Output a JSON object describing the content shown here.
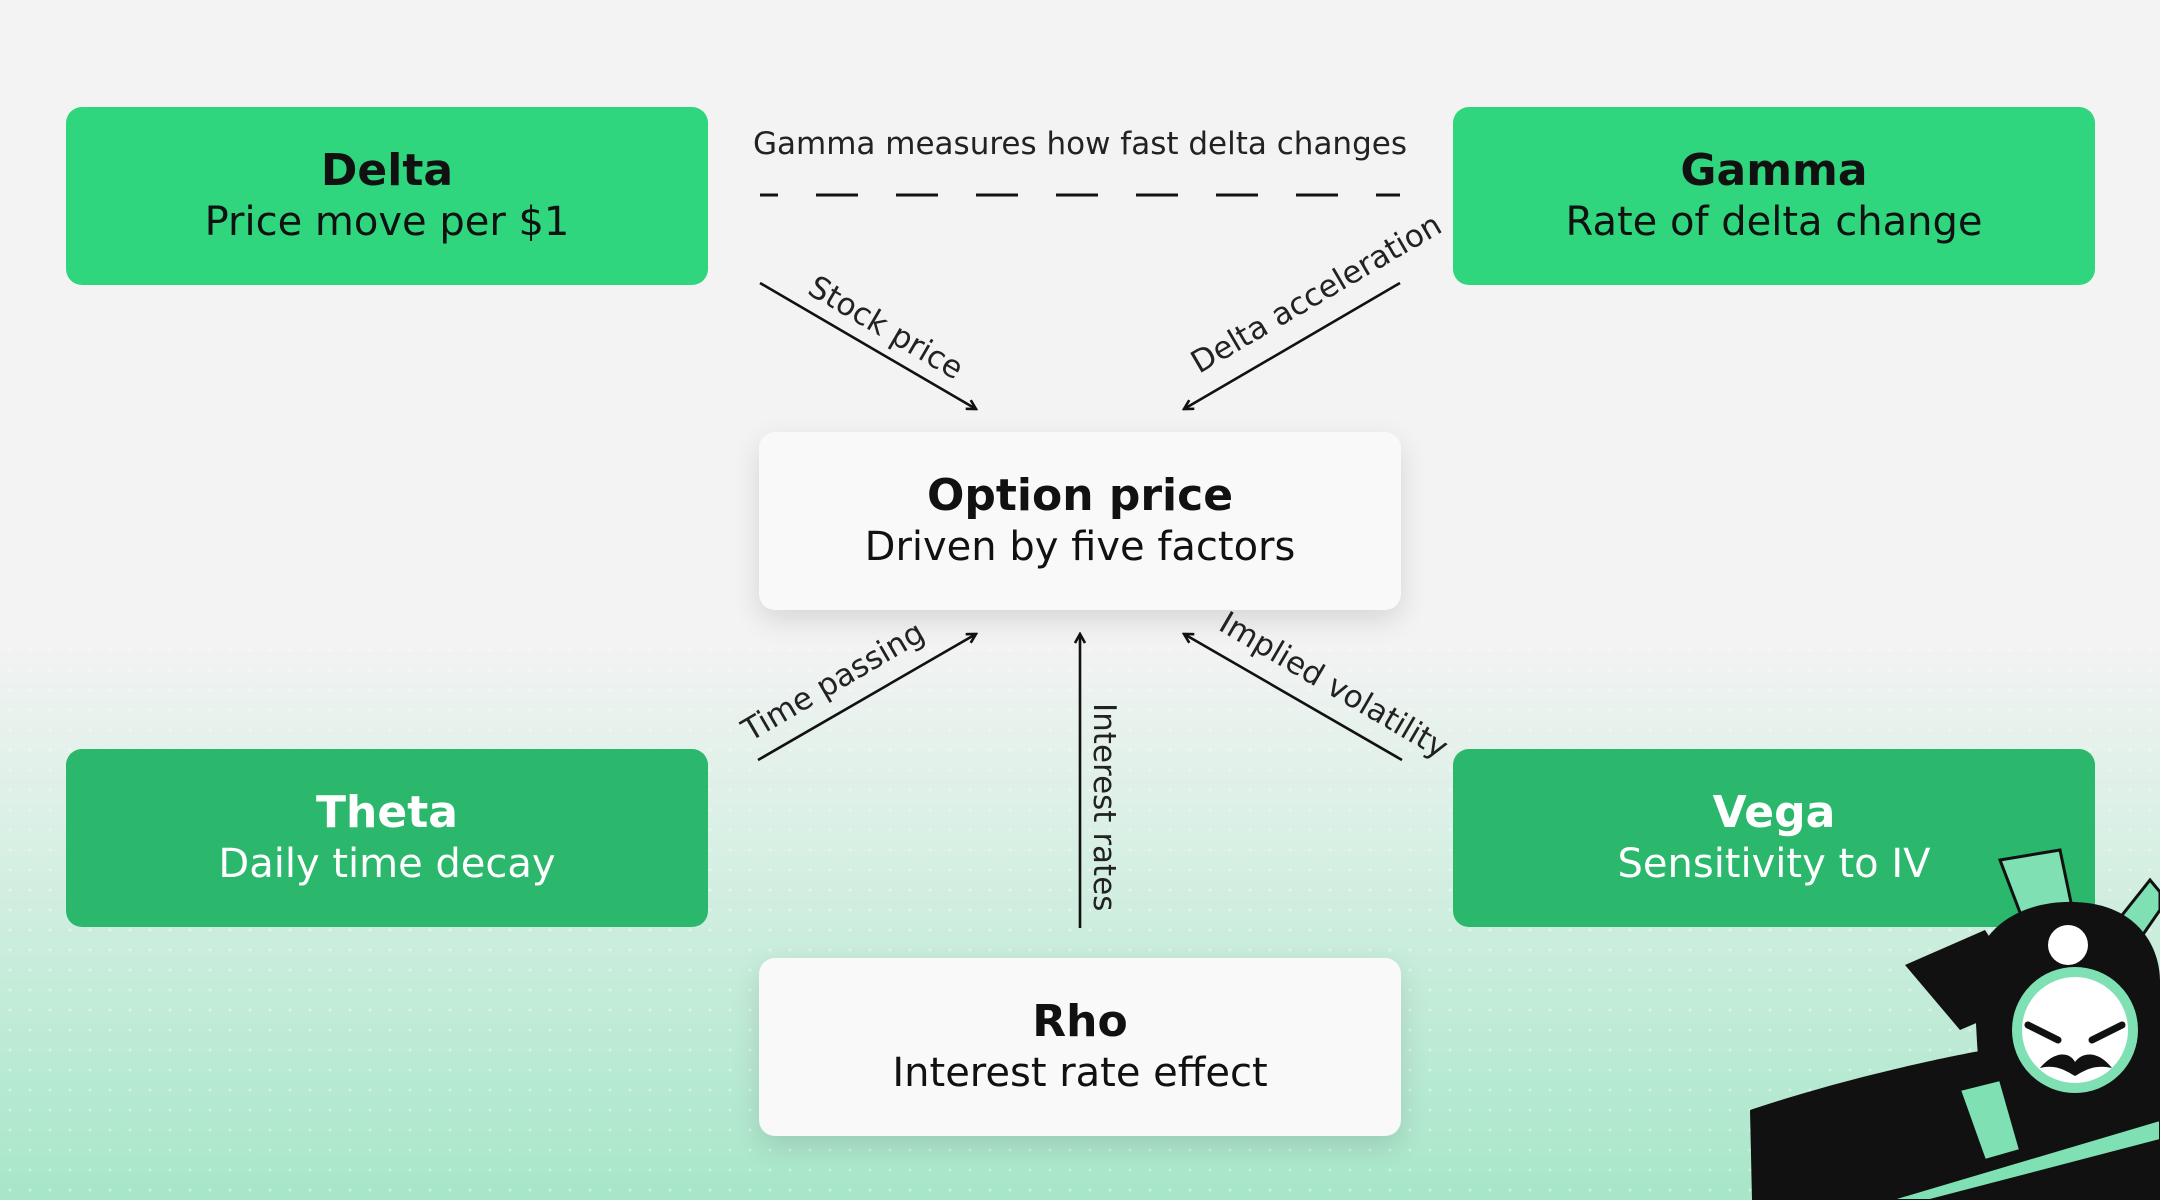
{
  "nodes": {
    "delta": {
      "title": "Delta",
      "subtitle": "Price move per $1"
    },
    "gamma": {
      "title": "Gamma",
      "subtitle": "Rate of delta change"
    },
    "option": {
      "title": "Option price",
      "subtitle": "Driven by five factors"
    },
    "theta": {
      "title": "Theta",
      "subtitle": "Daily time decay"
    },
    "vega": {
      "title": "Vega",
      "subtitle": "Sensitivity to IV"
    },
    "rho": {
      "title": "Rho",
      "subtitle": "Interest rate effect"
    }
  },
  "edges": {
    "delta_gamma": "Gamma measures how fast delta changes",
    "delta_option": "Stock price",
    "gamma_option": "Delta acceleration",
    "theta_option": "Time passing",
    "rho_option": "Interest rates",
    "vega_option": "Implied volatility"
  },
  "colors": {
    "primary_green": "#2fd67e",
    "secondary_green": "#2bb86c",
    "neutral_card": "#f8f9f8"
  },
  "icons": {
    "mascot": "samurai-mascot-icon"
  }
}
